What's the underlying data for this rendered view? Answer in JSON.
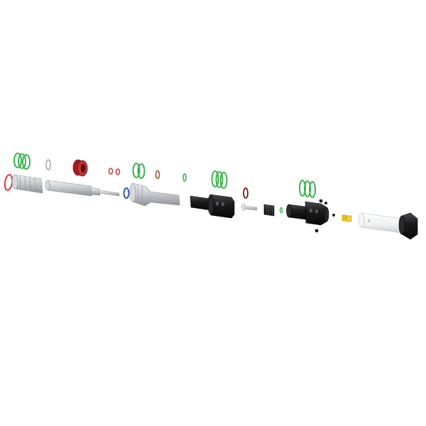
{
  "diagram": {
    "type": "exploded-assembly",
    "labels": [],
    "colors": {
      "background": "#ffffff",
      "metal_light": "#e2e4e6",
      "metal_mid": "#b9bcc0",
      "metal_dark": "#8c9094",
      "black_part": "#1c1c1e",
      "seal_green": "#39b54a",
      "seal_red": "#d63a3a",
      "seal_dark_red": "#9b2020",
      "seal_blue": "#3656b8",
      "seal_brown": "#8a5a3a",
      "accent_yellow": "#e9c21a",
      "white_part": "#f4f5f6"
    },
    "components": [
      {
        "name": "left-red-oring",
        "kind": "oring",
        "color": "seal_red"
      },
      {
        "name": "left-green-seal-stack",
        "kind": "seal-stack",
        "color": "seal_green",
        "count": 3
      },
      {
        "name": "collet-nut",
        "kind": "metal-part"
      },
      {
        "name": "small-white-ring",
        "kind": "oring",
        "color": "white_part"
      },
      {
        "name": "long-shaft",
        "kind": "metal-part"
      },
      {
        "name": "red-wiper-seal",
        "kind": "seal",
        "color": "seal_dark_red"
      },
      {
        "name": "pin-rod",
        "kind": "metal-part"
      },
      {
        "name": "small-red-orings",
        "kind": "oring",
        "color": "seal_red",
        "count": 2
      },
      {
        "name": "blue-oring",
        "kind": "oring",
        "color": "seal_blue"
      },
      {
        "name": "mid-green-seal-stack",
        "kind": "seal-stack",
        "color": "seal_green",
        "count": 2
      },
      {
        "name": "brown-oring",
        "kind": "oring",
        "color": "seal_brown"
      },
      {
        "name": "small-green-oring",
        "kind": "oring",
        "color": "seal_green"
      },
      {
        "name": "flared-housing",
        "kind": "metal-part"
      },
      {
        "name": "black-sleeve",
        "kind": "black-part"
      },
      {
        "name": "right-green-seal-stack",
        "kind": "seal-stack",
        "color": "seal_green",
        "count": 3
      },
      {
        "name": "dark-oring",
        "kind": "oring",
        "color": "seal_dark_red"
      },
      {
        "name": "small-valve-pin",
        "kind": "metal-part"
      },
      {
        "name": "threaded-black-nut",
        "kind": "black-part"
      },
      {
        "name": "tiny-green-oring",
        "kind": "oring",
        "color": "seal_green"
      },
      {
        "name": "far-green-seal-stack",
        "kind": "seal-stack",
        "color": "seal_green",
        "count": 3
      },
      {
        "name": "black-valve-body",
        "kind": "black-part"
      },
      {
        "name": "black-balls",
        "kind": "small-part",
        "count": 4
      },
      {
        "name": "yellow-insert",
        "kind": "small-part",
        "color": "accent_yellow"
      },
      {
        "name": "white-end-cover",
        "kind": "white-part"
      },
      {
        "name": "black-end-cap",
        "kind": "black-part"
      }
    ]
  }
}
